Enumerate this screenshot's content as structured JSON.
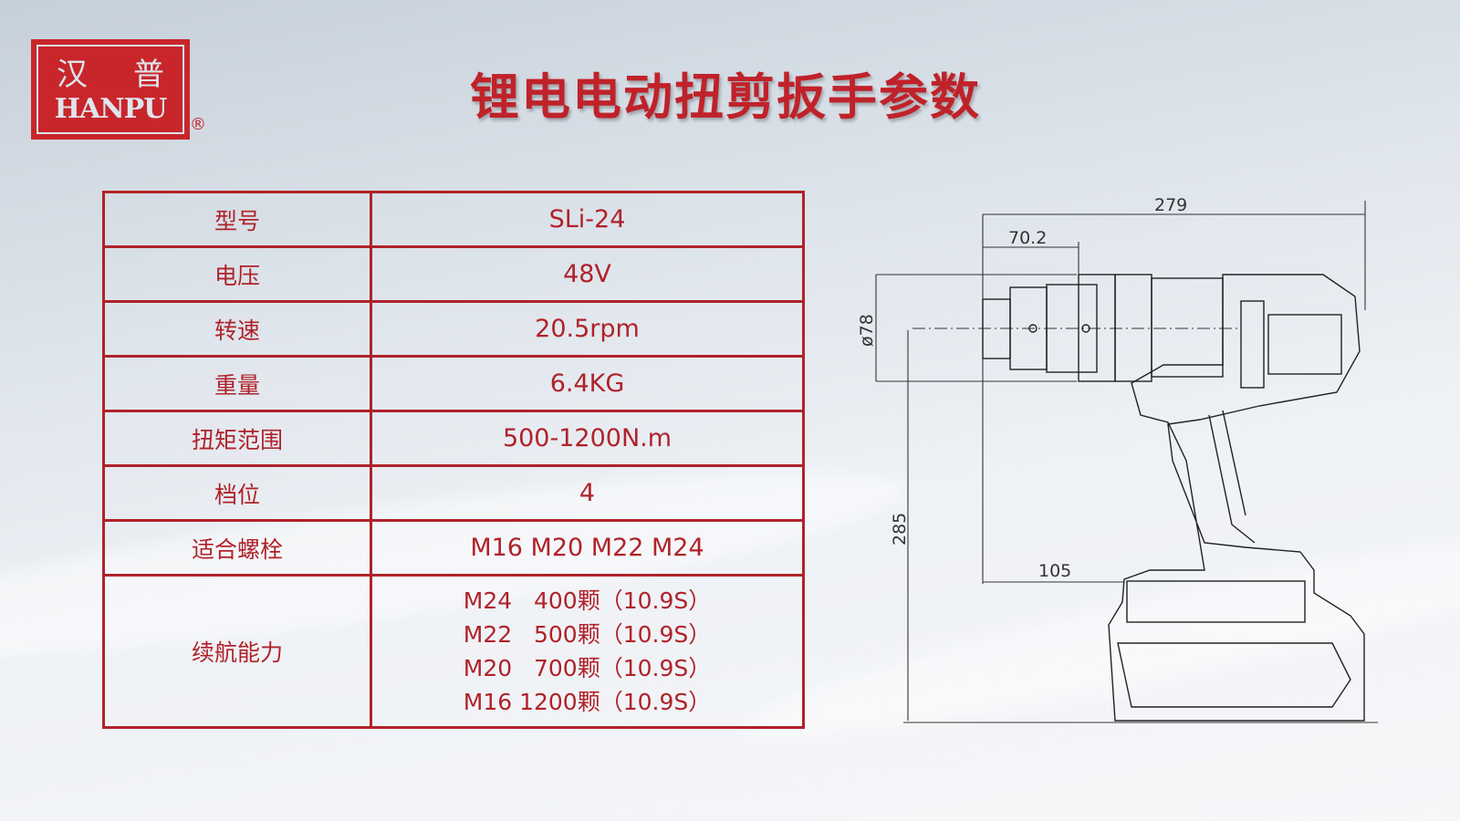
{
  "logo": {
    "cn": [
      "汉",
      "普"
    ],
    "en": "HANPU",
    "registered": "®"
  },
  "title": "锂电电动扭剪扳手参数",
  "specs": [
    {
      "label": "型号",
      "value": "SLi-24"
    },
    {
      "label": "电压",
      "value": "48V"
    },
    {
      "label": "转速",
      "value": "20.5rpm"
    },
    {
      "label": "重量",
      "value": "6.4KG"
    },
    {
      "label": "扭矩范围",
      "value": "500-1200N.m"
    },
    {
      "label": "档位",
      "value": "4"
    },
    {
      "label": "适合螺栓",
      "value": "M16 M20 M22 M24"
    }
  ],
  "endurance": {
    "label": "续航能力",
    "lines": [
      "M24   400颗（10.9S）",
      "M22   500颗（10.9S）",
      "M20   700颗（10.9S）",
      "M16 1200颗（10.9S）"
    ]
  },
  "drawing": {
    "length": "279",
    "head": "70.2",
    "diameter": "ø78",
    "height": "285",
    "offset": "105"
  }
}
